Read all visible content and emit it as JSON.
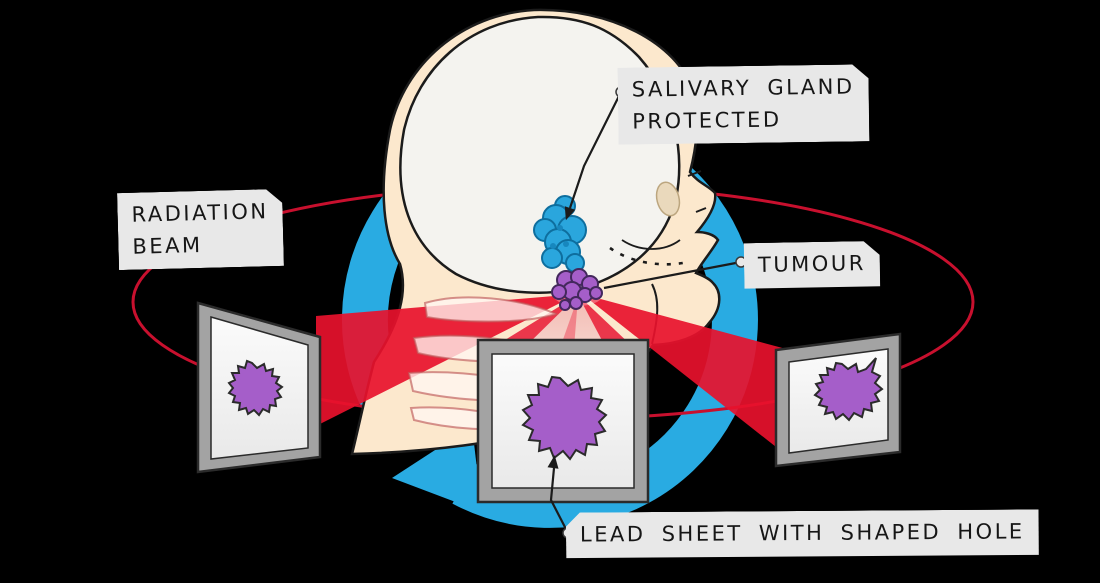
{
  "labels": {
    "radiation": {
      "line1": "RADIATION",
      "line2": "BEAM"
    },
    "salivary": {
      "line1": "SALIVARY GLAND",
      "line2": "PROTECTED"
    },
    "tumour": {
      "text": "TUMOUR"
    },
    "lead_sheet": {
      "text": "LEAD SHEET WITH SHAPED HOLE"
    }
  },
  "colors": {
    "background": "#000000",
    "beam_red": "#E8112D",
    "orbit_red": "#C8102E",
    "rotation_arrow_blue": "#29ABE2",
    "salivary_gland_blue": "#2AA6DD",
    "tumour_purple": "#A55EC9",
    "skin": "#FCE8CD",
    "bone_white": "#F4F3EF",
    "sheet_frame_gray": "#A3A3A3",
    "sheet_face": "#F3F3F3",
    "label_background": "#E8E8E8",
    "label_text": "#161616"
  }
}
